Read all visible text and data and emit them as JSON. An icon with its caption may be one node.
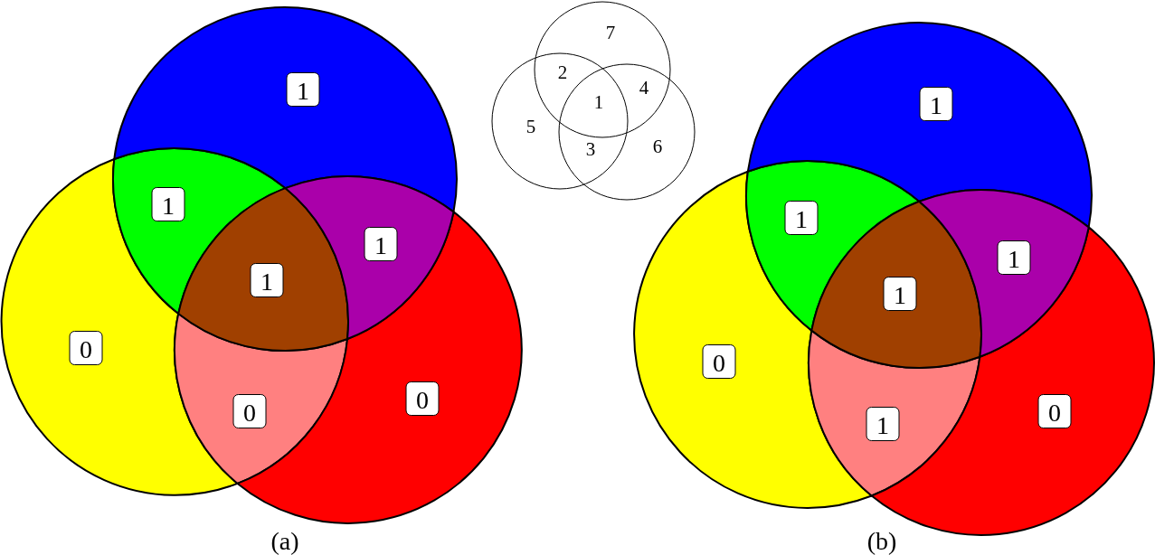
{
  "diagram": {
    "nodes": [
      {
        "text": [
          "1"
        ]
      },
      {
        "text": [
          "1"
        ]
      },
      {
        "text": [
          "1"
        ]
      },
      {
        "text": [
          "1"
        ]
      },
      {
        "text": [
          "0"
        ]
      },
      {
        "text": [
          "0"
        ]
      },
      {
        "text": [
          "0"
        ]
      },
      {
        "text": [
          "1"
        ]
      },
      {
        "text": [
          "1"
        ]
      },
      {
        "text": [
          "1"
        ]
      },
      {
        "text": [
          "1"
        ]
      },
      {
        "text": [
          "0"
        ]
      },
      {
        "text": [
          "0"
        ]
      },
      {
        "text": [
          "1"
        ]
      }
    ],
    "labels": [
      "7",
      "2",
      "4",
      "1",
      "5",
      "6",
      "3",
      "(a)",
      "(b)"
    ]
  }
}
